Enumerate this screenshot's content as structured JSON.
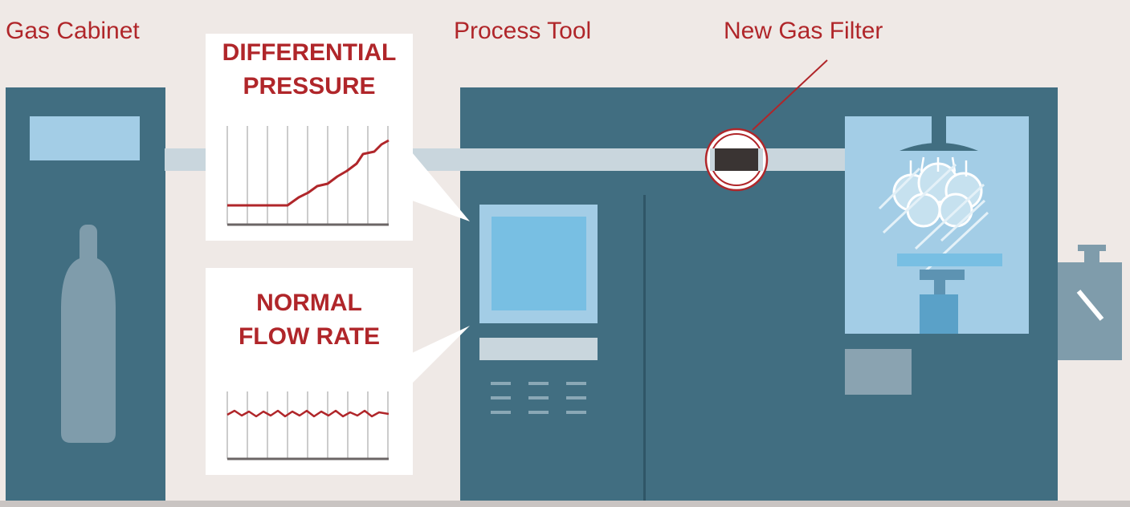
{
  "labels": {
    "gas_cabinet": "Gas Cabinet",
    "process_tool": "Process Tool",
    "new_gas_filter": "New Gas Filter"
  },
  "callouts": {
    "differential_pressure": {
      "title_line1": "DIFFERENTIAL",
      "title_line2": "PRESSURE",
      "trend": "rising"
    },
    "normal_flow_rate": {
      "title_line1": "NORMAL",
      "title_line2": "FLOW RATE",
      "trend": "flat"
    }
  },
  "colors": {
    "background": "#efe9e6",
    "equipment": "#416e81",
    "pipe": "#c9d6dd",
    "accent_red": "#b0262a",
    "screen_light": "#8fc6e0",
    "screen_inner": "#78bfe3",
    "chamber": "#a3cde6",
    "filter_body": "#3a3433",
    "cylinder": "#7f9cab",
    "floor": "#c9c4c2"
  }
}
